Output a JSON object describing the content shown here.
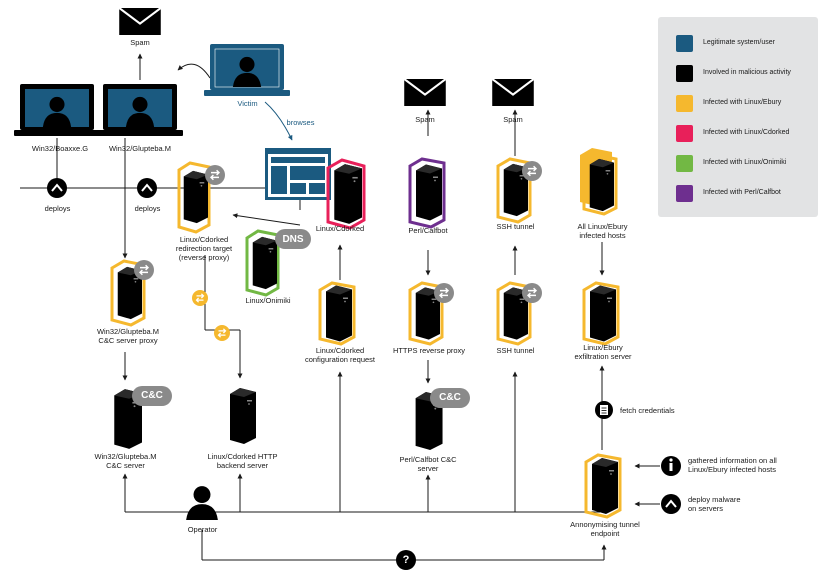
{
  "legend": {
    "items": [
      {
        "label": "Legitimate system/user",
        "color": "#1b5a80"
      },
      {
        "label": "Involved in malicious activity",
        "color": "#000000"
      },
      {
        "label": "Infected with Linux/Ebury",
        "color": "#f5b82e"
      },
      {
        "label": "Infected with Linux/Cdorked",
        "color": "#e8205a"
      },
      {
        "label": "Infected with Linux/Onimiki",
        "color": "#72b844"
      },
      {
        "label": "Infected with Perl/Calfbot",
        "color": "#6e2f8f"
      }
    ]
  },
  "nodes": {
    "spam_left": "Spam",
    "boaxxe": "Win32/Boaxxe.G",
    "glupteba": "Win32/Glupteba.M",
    "victim": "Victim",
    "browses": "browses",
    "deploys_1": "deploys",
    "deploys_2": "deploys",
    "cdorked_redirect": "Linux/Cdorked redirection target (reverse proxy)",
    "dns_badge": "DNS",
    "onimiki": "Linux/Onimiki",
    "cdorked": "Linux/Cdorked",
    "perl_calfbot": "Perl/Calfbot",
    "spam_mid": "Spam",
    "spam_right": "Spam",
    "ssh_tunnel_top": "SSH tunnel",
    "all_ebury": "All Linux/Ebury infected hosts",
    "glupteba_proxy": "Win32/Glupteba.M C&C server proxy",
    "cdorked_config": "Linux/Cdorked configuration request",
    "https_proxy": "HTTPS reverse proxy",
    "ssh_tunnel_bottom": "SSH tunnel",
    "ebury_exfil": "Linux/Ebury exfiltration server",
    "glupteba_cc": "Win32/Glupteba.M C&C server",
    "cc_badge_left": "C&C",
    "cdorked_backend": "Linux/Cdorked HTTP backend server",
    "perl_cc": "Perl/Calfbot C&C server",
    "cc_badge_right": "C&C",
    "fetch_credentials": "fetch credentials",
    "gathered_info": "gathered information on all Linux/Ebury infected hosts",
    "deploy_malware": "deploy malware on servers",
    "anon_tunnel": "Annonymising tunnel endpoint",
    "operator": "Operator",
    "unknown_link": "?"
  }
}
